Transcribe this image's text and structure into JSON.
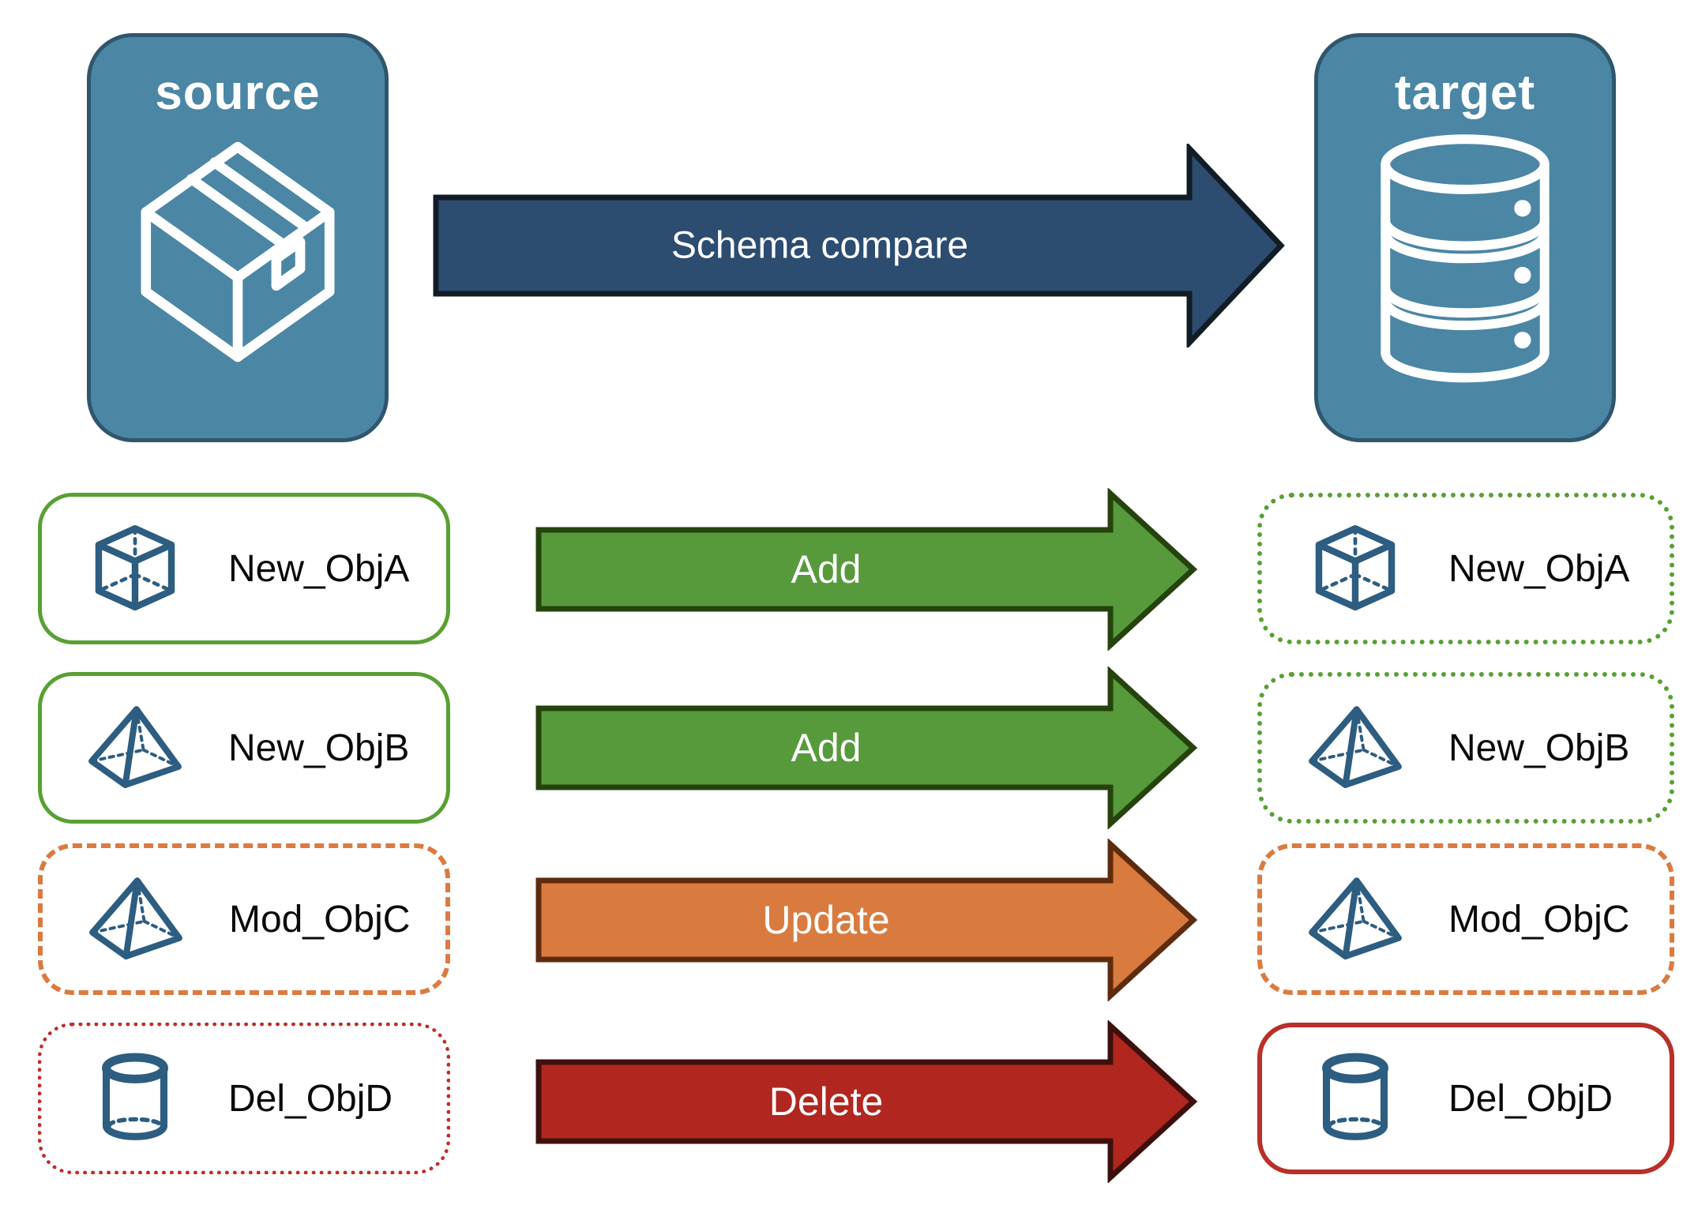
{
  "endpoints": {
    "source": {
      "label": "source",
      "icon": "package-box-icon"
    },
    "target": {
      "label": "target",
      "icon": "database-icon"
    }
  },
  "main_arrow": {
    "label": "Schema compare",
    "fill": "#2C4C70",
    "outline": "#121C26"
  },
  "rows": [
    {
      "object": "New_ObjA",
      "icon": "cube-icon",
      "action": "Add",
      "action_fill": "#579A3C",
      "action_outline": "#25430D",
      "source_box_style": "solid-green",
      "target_box_style": "dotted-green"
    },
    {
      "object": "New_ObjB",
      "icon": "pyramid-icon",
      "action": "Add",
      "action_fill": "#579A3C",
      "action_outline": "#25430D",
      "source_box_style": "solid-green",
      "target_box_style": "dotted-green"
    },
    {
      "object": "Mod_ObjC",
      "icon": "pyramid-icon",
      "action": "Update",
      "action_fill": "#D97B3F",
      "action_outline": "#5E2B0E",
      "source_box_style": "dashed-orange",
      "target_box_style": "dashed-orange"
    },
    {
      "object": "Del_ObjD",
      "icon": "cylinder-icon",
      "action": "Delete",
      "action_fill": "#B1271F",
      "action_outline": "#3E100D",
      "source_box_style": "dotted-red",
      "target_box_style": "solid-red"
    }
  ],
  "colors": {
    "endpoint_card_fill": "#4B86A5",
    "endpoint_card_border": "#2F566C",
    "green_border": "#58A033",
    "orange_border": "#DB7B41",
    "red_border": "#B7312A",
    "icon_blue": "#2D5D80",
    "label_text": "#0A0A0A",
    "arrow_text": "#FFFFFF",
    "background": "#FFFFFF"
  }
}
